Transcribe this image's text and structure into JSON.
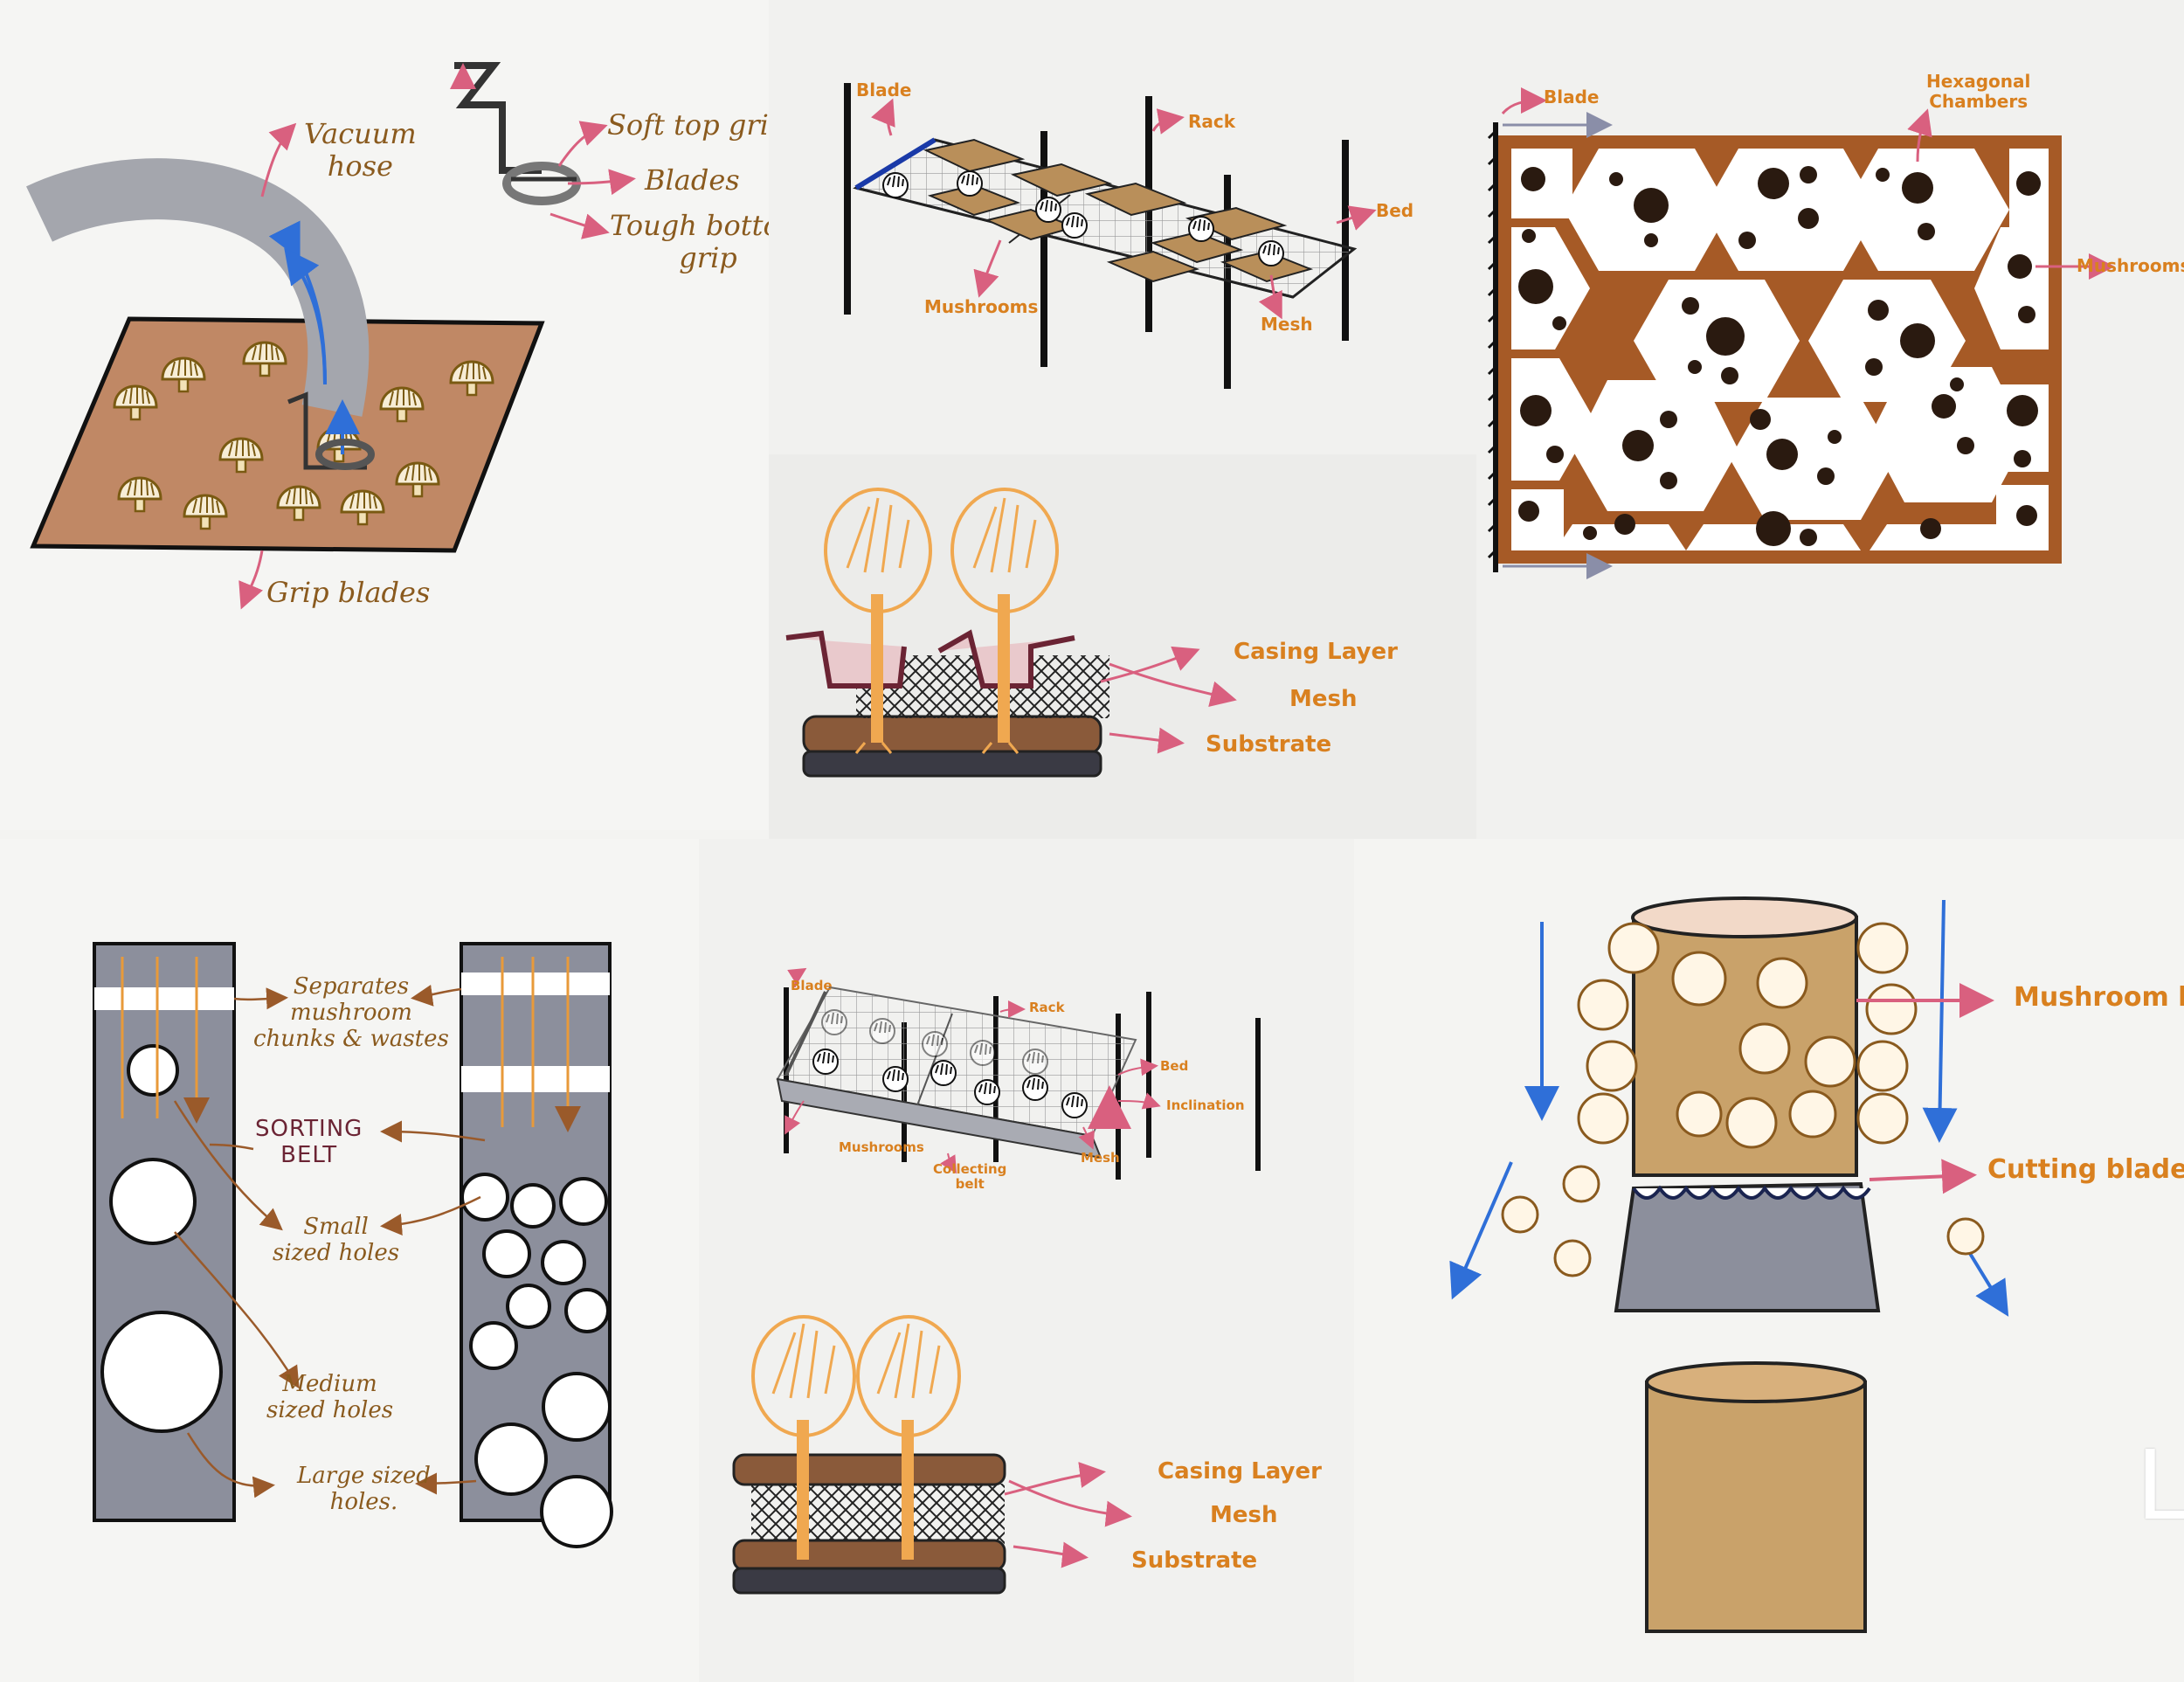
{
  "panel_vacuum": {
    "vacuum_hose": "Vacuum\nhose",
    "soft_top_grip": "Soft top grip",
    "blades": "Blades",
    "tough_bottom_grip": "Tough bottom\ngrip",
    "grip_blades": "Grip blades"
  },
  "panel_rack_top": {
    "blade": "Blade",
    "rack": "Rack",
    "bed": "Bed",
    "mushrooms": "Mushrooms",
    "mesh": "Mesh"
  },
  "panel_hex": {
    "blade": "Blade",
    "hexagonal_chambers": "Hexagonal\nChambers",
    "mushrooms": "Mushrooms"
  },
  "panel_casing_top": {
    "casing_layer": "Casing Layer",
    "mesh": "Mesh",
    "substrate": "Substrate"
  },
  "panel_sorting": {
    "separates": "Separates\nmushroom\nchunks & wastes",
    "sorting_belt": "SORTING\nBELT",
    "small_holes": "Small\nsized holes",
    "medium_holes": "Medium\nsized holes",
    "large_holes": "Large sized\nholes."
  },
  "panel_rack_bottom": {
    "blade": "Blade",
    "rack": "Rack",
    "bed": "Bed",
    "inclination": "Inclination",
    "mushrooms": "Mushrooms",
    "collecting_belt": "Collecting\nbelt",
    "mesh": "Mesh"
  },
  "panel_casing_bottom": {
    "casing_layer": "Casing Layer",
    "mesh": "Mesh",
    "substrate": "Substrate"
  },
  "panel_log": {
    "mushroom_log": "Mushroom log",
    "cutting_blade": "Cutting blade",
    "edge_glyph": "L"
  },
  "colors": {
    "background": "#f3f3f1",
    "orange_label": "#d9801f",
    "brown_label": "#7a4a12",
    "pink_arrow": "#d9607f",
    "substrate_brown": "#c08865",
    "hex_brown": "#a65a26",
    "belt_grey": "#8c8f9c",
    "log_tan": "#c9a26a",
    "blue_arrow": "#2f6fd8"
  }
}
